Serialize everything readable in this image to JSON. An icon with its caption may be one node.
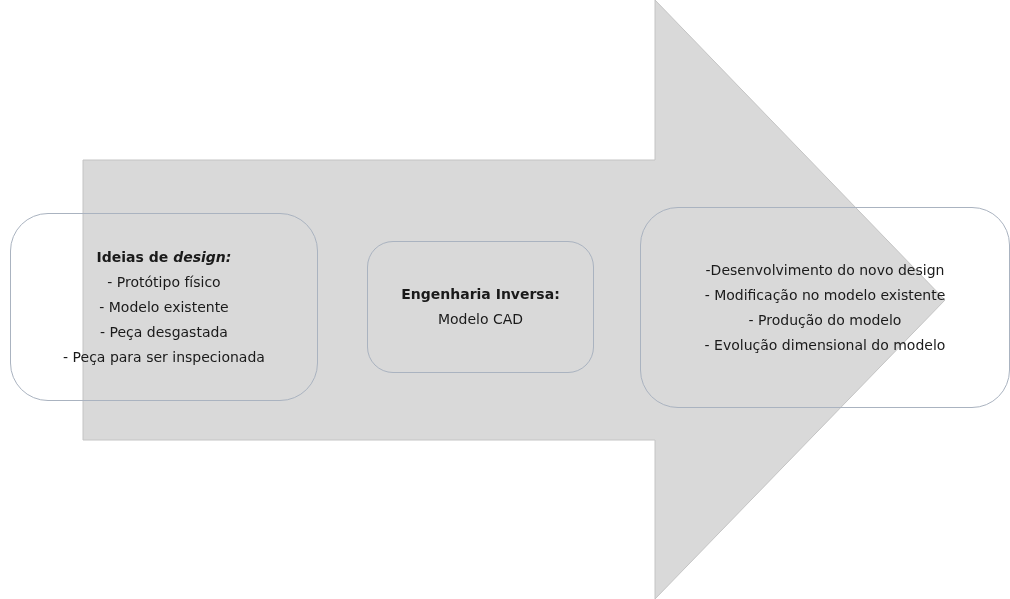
{
  "diagram": {
    "nodes": [
      {
        "text": [
          "Ideias de *design:*",
          "- Protótipo físico",
          "- Modelo existente",
          "- Peça desgastada",
          "- Peça para ser inspecionada"
        ]
      },
      {
        "text": [
          "Engenharia Inversa:",
          "Modelo CAD"
        ]
      },
      {
        "text": [
          "-Desenvolvimento do novo design",
          "- Modificação no modelo existente",
          "- Produção do modelo",
          "- Evolução dimensional do modelo"
        ]
      }
    ],
    "edges": [
      {
        "from": 0,
        "to": 2,
        "arrow": "to"
      }
    ]
  }
}
